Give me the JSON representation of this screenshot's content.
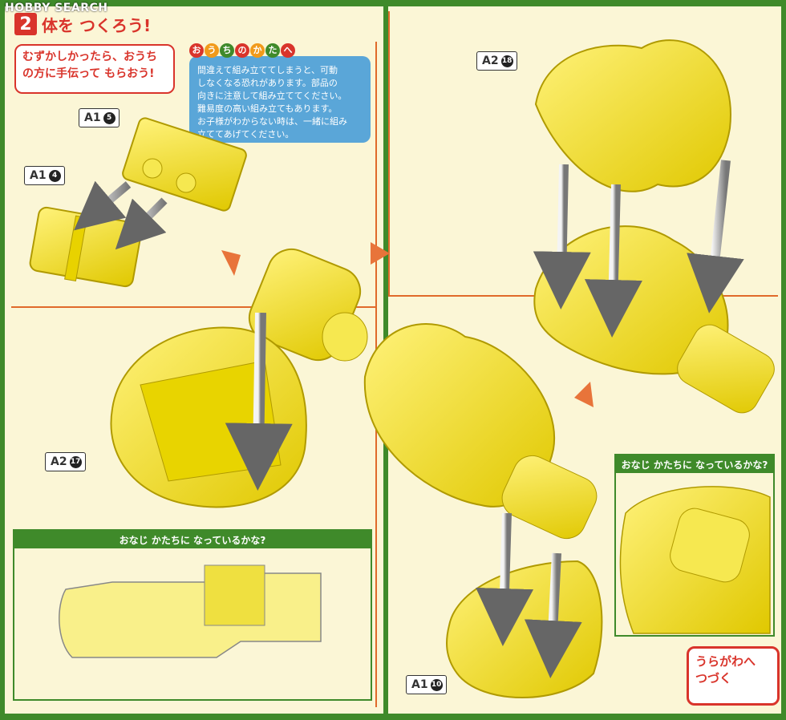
{
  "watermark": "HOBBY SEARCH",
  "step": {
    "number": "2",
    "title": "体を つくろう!"
  },
  "red_note": "むずかしかったら、おうち\nの方に手伝って もらおう!",
  "parent_note": {
    "header_chars": [
      "お",
      "う",
      "ち",
      "の",
      "か",
      "た",
      "へ"
    ],
    "header_colors": [
      "#d9342b",
      "#f19a1a",
      "#3f8a2a",
      "#d9342b",
      "#f19a1a",
      "#3f8a2a",
      "#d9342b"
    ],
    "body": "間違えて組み立ててしまうと、可動\nしなくなる恐れがあります。部品の\n向きに注意して組み立ててください。\n難易度の高い組み立てもあります。\nお子様がわからない時は、一緒に組み\n立ててあげてください。"
  },
  "part_tags": {
    "a1_5": {
      "part": "A1",
      "num": "5"
    },
    "a1_4": {
      "part": "A1",
      "num": "4"
    },
    "a2_17": {
      "part": "A2",
      "num": "17"
    },
    "a2_18": {
      "part": "A2",
      "num": "18"
    },
    "a1_10": {
      "part": "A1",
      "num": "10"
    }
  },
  "check_left": "おなじ かたちに なっているかな?",
  "check_right": "おなじ かたちに なっているかな?",
  "continue_label": "うらがわへ\nつづく",
  "colors": {
    "part_yellow": "#f2e03a",
    "part_shadow": "#c9b400",
    "accent_red": "#d9342b",
    "frame_orange": "#e06a2a",
    "green": "#3f8a2a",
    "blue": "#5aa6d8"
  }
}
